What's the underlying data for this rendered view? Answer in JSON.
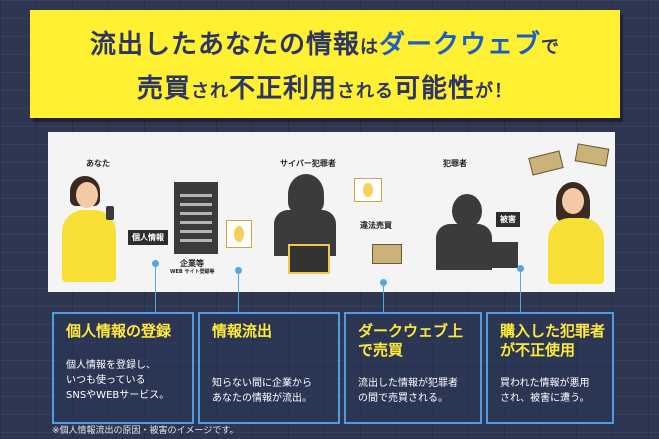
{
  "headline": {
    "line1_a": "流出したあなたの情報",
    "line1_b": "は",
    "line1_c": "ダークウェブ",
    "line1_d": "で",
    "line2_a": "売買",
    "line2_b": "され",
    "line2_c": "不正利用",
    "line2_d": "される",
    "line2_e": "可能性",
    "line2_f": "が！"
  },
  "illustration": {
    "label_you": "あなた",
    "label_personal_info": "個人情報",
    "label_company": "企業等",
    "label_company_sub": "WEB サイト登録等",
    "label_cybercriminal": "サイバー犯罪者",
    "label_illegal_trade": "違法売買",
    "label_criminal": "犯罪者",
    "label_damage": "被害"
  },
  "steps": [
    {
      "title": "個人情報の登録",
      "desc": [
        "個人情報を登録し、",
        "いつも使っている",
        "SNSやWEBサービス。"
      ]
    },
    {
      "title": "情報流出",
      "desc": [
        "知らない間に企業から",
        "あなたの情報が流出。"
      ]
    },
    {
      "title_lines": [
        "ダークウェブ上",
        "で売買"
      ],
      "desc": [
        "流出した情報が犯罪者",
        "の間で売買される。"
      ]
    },
    {
      "title_lines": [
        "購入した犯罪者",
        "が不正使用"
      ],
      "desc": [
        "買われた情報が悪用",
        "され、被害に遭う。"
      ]
    }
  ],
  "footnote": "※個人情報流出の原因・被害のイメージです。",
  "colors": {
    "banner": "#fff032",
    "accent_text": "#1d5ec2",
    "step_title": "#ffea3a",
    "step_border": "#4e9de0"
  }
}
